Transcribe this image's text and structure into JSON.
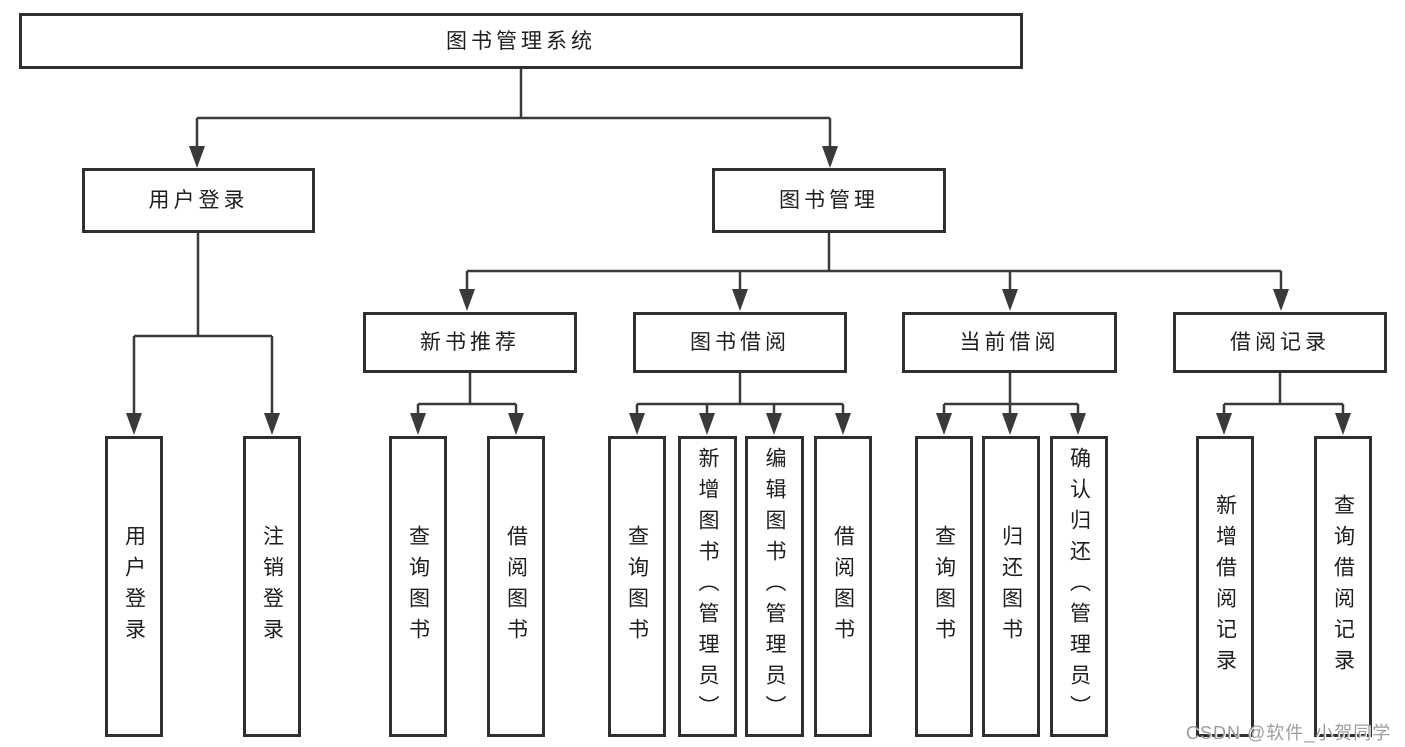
{
  "colors": {
    "background": "#ffffff",
    "line": "#3a3a3a",
    "box_border": "#2f2f2f",
    "text": "#1e1e1e",
    "watermark": "#9d9d9d"
  },
  "tree": {
    "root": {
      "label": "图书管理系统",
      "children": [
        {
          "label": "用户登录",
          "children": [
            {
              "label": "用户登录"
            },
            {
              "label": "注销登录"
            }
          ]
        },
        {
          "label": "图书管理",
          "children": [
            {
              "label": "新书推荐",
              "children": [
                {
                  "label": "查询图书"
                },
                {
                  "label": "借阅图书"
                }
              ]
            },
            {
              "label": "图书借阅",
              "children": [
                {
                  "label": "查询图书"
                },
                {
                  "label": "新增图书（管理员）"
                },
                {
                  "label": "编辑图书（管理员）"
                },
                {
                  "label": "借阅图书"
                }
              ]
            },
            {
              "label": "当前借阅",
              "children": [
                {
                  "label": "查询图书"
                },
                {
                  "label": "归还图书"
                },
                {
                  "label": "确认归还（管理员）"
                }
              ]
            },
            {
              "label": "借阅记录",
              "children": [
                {
                  "label": "新增借阅记录"
                },
                {
                  "label": "查询借阅记录"
                }
              ]
            }
          ]
        }
      ]
    }
  },
  "watermark": {
    "text": "CSDN @软件_小贺同学"
  }
}
